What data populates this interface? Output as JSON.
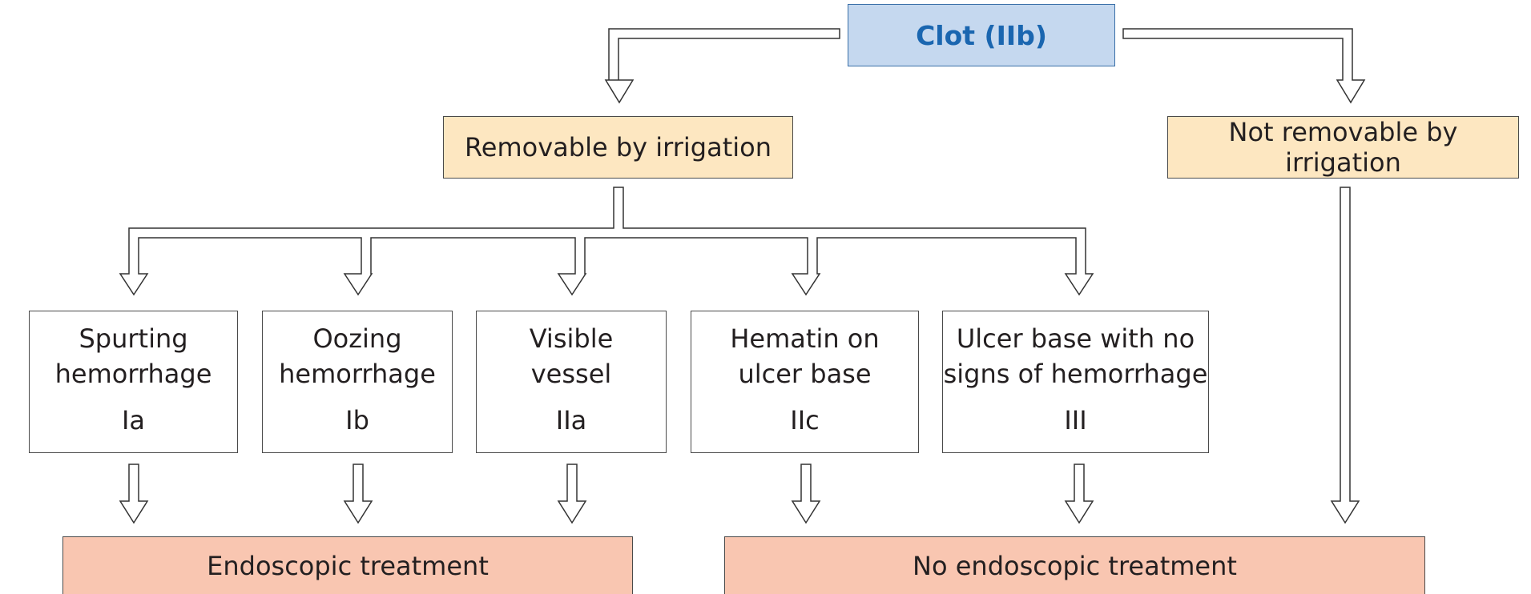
{
  "root": {
    "label": "Clot (IIb)"
  },
  "branches": {
    "left": "Removable by irrigation",
    "right": "Not removable by irrigation"
  },
  "findings": [
    {
      "line1": "Spurting",
      "line2": "hemorrhage",
      "code": "Ia"
    },
    {
      "line1": "Oozing",
      "line2": "hemorrhage",
      "code": "Ib"
    },
    {
      "line1": "Visible",
      "line2": "vessel",
      "code": "IIa"
    },
    {
      "line1": "Hematin on",
      "line2": "ulcer base",
      "code": "IIc"
    },
    {
      "line1": "Ulcer base with no",
      "line2": "signs of hemorrhage",
      "code": "III"
    }
  ],
  "outcomes": {
    "treatment": "Endoscopic treatment",
    "no_treatment": "No endoscopic treatment"
  },
  "colors": {
    "root_fill": "#c5d8ef",
    "root_text": "#1a66b0",
    "decision_fill": "#fde7c1",
    "outcome_fill": "#f9c6b1",
    "arrow_stroke": "#333333"
  }
}
